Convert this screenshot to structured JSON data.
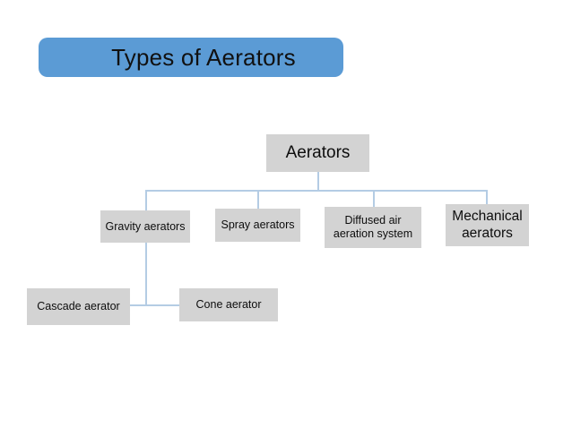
{
  "slide": {
    "title": "Types of Aerators",
    "background_color": "#FFFFFF"
  },
  "theme": {
    "title_fill": "#5B9BD5",
    "node_fill": "#D3D3D3",
    "connector_color": "#B4CCE4",
    "text_color": "#0D0D0D"
  },
  "diagram": {
    "type": "hierarchy",
    "root": {
      "id": "aerators",
      "label": "Aerators"
    },
    "level2": [
      {
        "id": "gravity",
        "label": "Gravity aerators"
      },
      {
        "id": "spray",
        "label": "Spray aerators"
      },
      {
        "id": "diffused",
        "label": "Diffused air\naeration system"
      },
      {
        "id": "mechanical",
        "label": "Mechanical\naerators"
      }
    ],
    "level3": [
      {
        "id": "cascade",
        "label": "Cascade aerator",
        "parent": "gravity"
      },
      {
        "id": "cone",
        "label": "Cone aerator",
        "parent": "gravity"
      }
    ]
  }
}
